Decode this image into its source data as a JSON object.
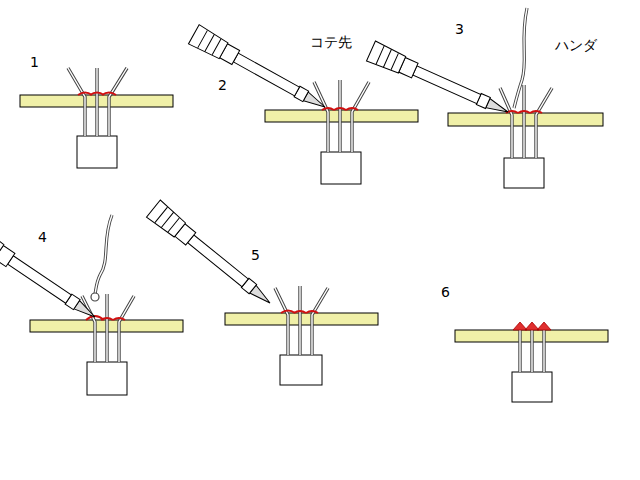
{
  "diagram": {
    "labels": [
      "1",
      "コテ先",
      "2",
      "3",
      "ハンダ",
      "4",
      "5",
      "6"
    ]
  }
}
